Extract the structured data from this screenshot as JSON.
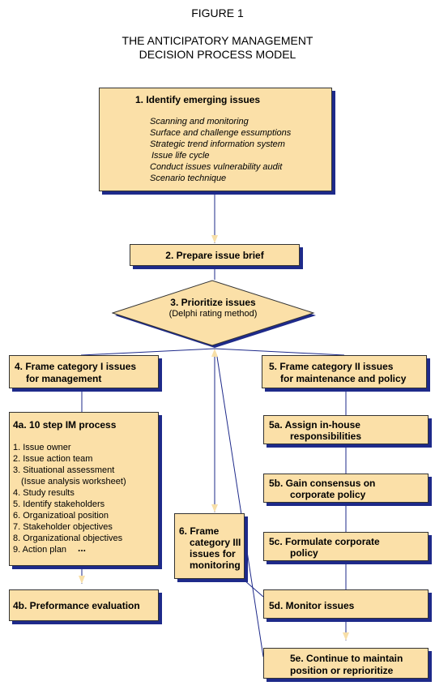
{
  "figure": "FIGURE 1",
  "title_line1": "THE ANTICIPATORY MANAGEMENT",
  "title_line2": "DECISION PROCESS MODEL",
  "step1": {
    "title": "1. Identify emerging issues",
    "items": [
      "Scanning and monitoring",
      "Surface and challenge essumptions",
      "Strategic trend information system",
      "Issue life cycle",
      "Conduct issues vulnerability audit",
      "Scenario technique"
    ]
  },
  "step2": "2. Prepare issue brief",
  "step3": {
    "title": "3. Prioritize issues",
    "sub": "(Delphi rating method)"
  },
  "step4": {
    "l1": "4. Frame category I issues",
    "l2": "for management"
  },
  "step5": {
    "l1": "5. Frame category II issues",
    "l2": "for maintenance and policy"
  },
  "step4a": {
    "title": "4a. 10 step IM process",
    "items": [
      "1. Issue owner",
      "2. Issue action team",
      "3. Situational assessment",
      "(Issue analysis worksheet)",
      "4. Study results",
      "5. Identify stakeholders",
      "6. Organizatioal position",
      "7. Stakeholder objectives",
      "8. Organizational objectives",
      "9. Action plan"
    ],
    "more": "..."
  },
  "step4b": "4b. Preformance evaluation",
  "step6": {
    "l1": "6. Frame",
    "l2": "category III",
    "l3": "issues for",
    "l4": "monitoring"
  },
  "step5a": {
    "l1": "5a. Assign in-house",
    "l2": "responsibilities"
  },
  "step5b": {
    "l1": "5b. Gain consensus on",
    "l2": "corporate policy"
  },
  "step5c": {
    "l1": "5c. Formulate corporate",
    "l2": "policy"
  },
  "step5d": "5d. Monitor issues",
  "step5e": {
    "l1": "5e. Continue to maintain",
    "l2": "position or reprioritize"
  }
}
